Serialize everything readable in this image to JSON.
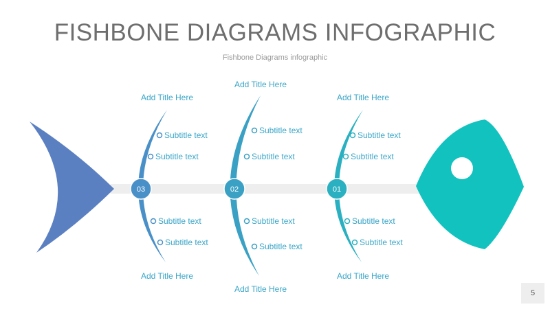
{
  "slide": {
    "title": "FISHBONE DIAGRAMS INFOGRAPHIC",
    "subtitle": "Fishbone Diagrams infographic",
    "page_number": "5"
  },
  "colors": {
    "tail": "#5b80c2",
    "head": "#12c2bf",
    "head_eye": "#ffffff",
    "spine": "#eeeeee",
    "text_title": "#3aa6c8",
    "text_sub": "#3aa6c8",
    "ribs": [
      "#4a90c8",
      "#3aa0c4",
      "#2ab0c0"
    ]
  },
  "fishbone": {
    "ribs": [
      {
        "number": "03",
        "top_title": "Add Title Here",
        "bottom_title": "Add Title Here",
        "top_items": [
          "Subtitle text",
          "Subtitle text"
        ],
        "bottom_items": [
          "Subtitle text",
          "Subtitle text"
        ]
      },
      {
        "number": "02",
        "top_title": "Add Title Here",
        "bottom_title": "Add Title Here",
        "top_items": [
          "Subtitle text",
          "Subtitle text"
        ],
        "bottom_items": [
          "Subtitle text",
          "Subtitle text"
        ]
      },
      {
        "number": "01",
        "top_title": "Add Title Here",
        "bottom_title": "Add Title Here",
        "top_items": [
          "Subtitle text",
          "Subtitle text"
        ],
        "bottom_items": [
          "Subtitle text",
          "Subtitle text"
        ]
      }
    ]
  }
}
